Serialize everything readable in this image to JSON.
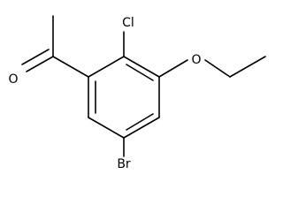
{
  "molecule": {
    "atoms": {
      "oxygen_carbonyl": "O",
      "chlorine": "Cl",
      "oxygen_ether": "O",
      "bromine": "Br"
    }
  }
}
